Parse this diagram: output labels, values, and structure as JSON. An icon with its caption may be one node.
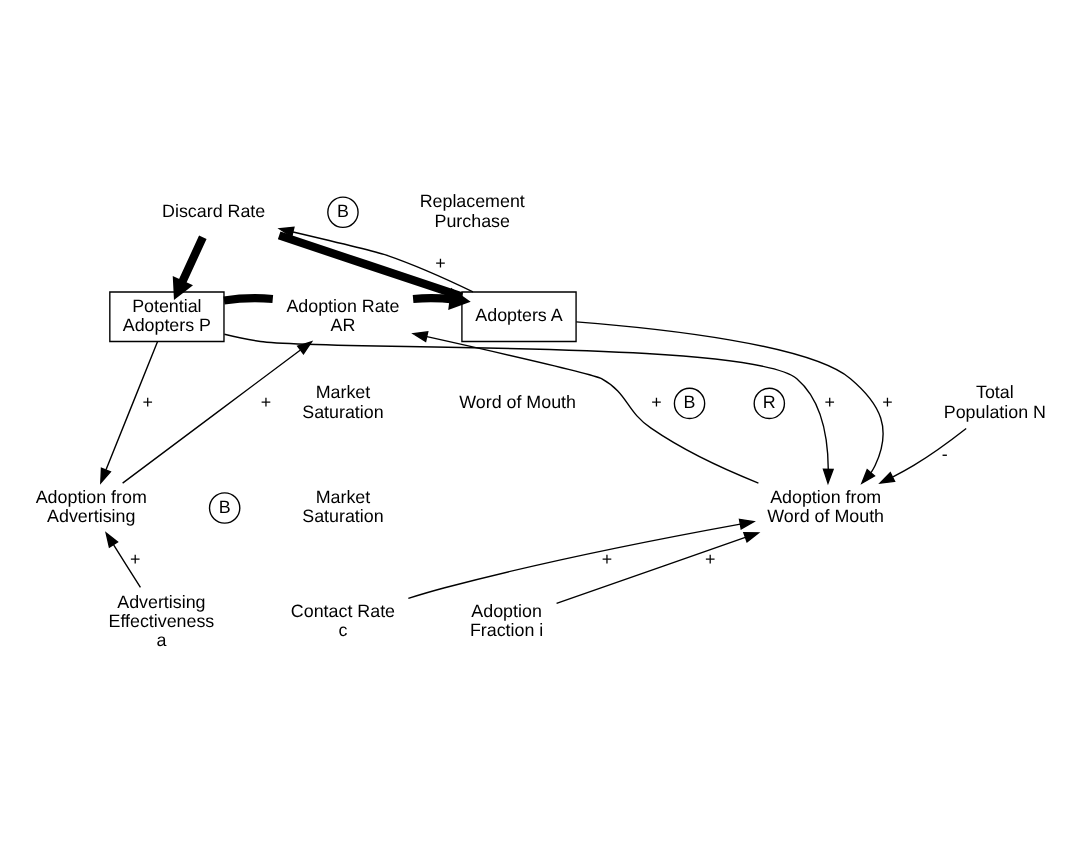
{
  "diagram": {
    "nodes": [
      {
        "text": [
          "Potential Adopters P"
        ]
      },
      {
        "text": [
          "Adopters A"
        ]
      },
      {
        "text": [
          "Discard Rate"
        ]
      },
      {
        "text": [
          "Adoption Rate AR"
        ]
      },
      {
        "text": [
          "Adoption from Advertising"
        ]
      },
      {
        "text": [
          "Adoption from Word of Mouth"
        ]
      },
      {
        "text": [
          "Advertising Effectiveness a"
        ]
      },
      {
        "text": [
          "Total Population N"
        ]
      },
      {
        "text": [
          "Adoption Fraction i"
        ]
      },
      {
        "text": [
          "Contact Rate c"
        ]
      }
    ],
    "edges": [
      {
        "from": 1,
        "to": 2,
        "arrow": "none",
        "style": "thick"
      },
      {
        "from": 2,
        "to": 0,
        "arrow": "to",
        "style": "thick"
      },
      {
        "from": 0,
        "to": 3,
        "arrow": "none",
        "style": "thick"
      },
      {
        "from": 3,
        "to": 1,
        "arrow": "to",
        "style": "thick"
      },
      {
        "from": 1,
        "to": 2,
        "arrow": "to",
        "label": "+"
      },
      {
        "from": 0,
        "to": 4,
        "arrow": "to",
        "label": "+"
      },
      {
        "from": 6,
        "to": 4,
        "arrow": "to",
        "label": "+"
      },
      {
        "from": 4,
        "to": 3,
        "arrow": "to",
        "label": "+"
      },
      {
        "from": 5,
        "to": 3,
        "arrow": "to",
        "label": "+"
      },
      {
        "from": 1,
        "to": 5,
        "arrow": "to",
        "label": "+"
      },
      {
        "from": 0,
        "to": 5,
        "arrow": "to",
        "label": "+"
      },
      {
        "from": 7,
        "to": 5,
        "arrow": "to",
        "label": "-"
      },
      {
        "from": 8,
        "to": 5,
        "arrow": "to",
        "label": "+"
      },
      {
        "from": 9,
        "to": 5,
        "arrow": "to",
        "label": "+"
      }
    ],
    "labels": [
      "B",
      "Replacement Purchase",
      "B",
      "R",
      "Market Saturation",
      "Word of Mouth",
      "B",
      "Market Saturation"
    ]
  }
}
